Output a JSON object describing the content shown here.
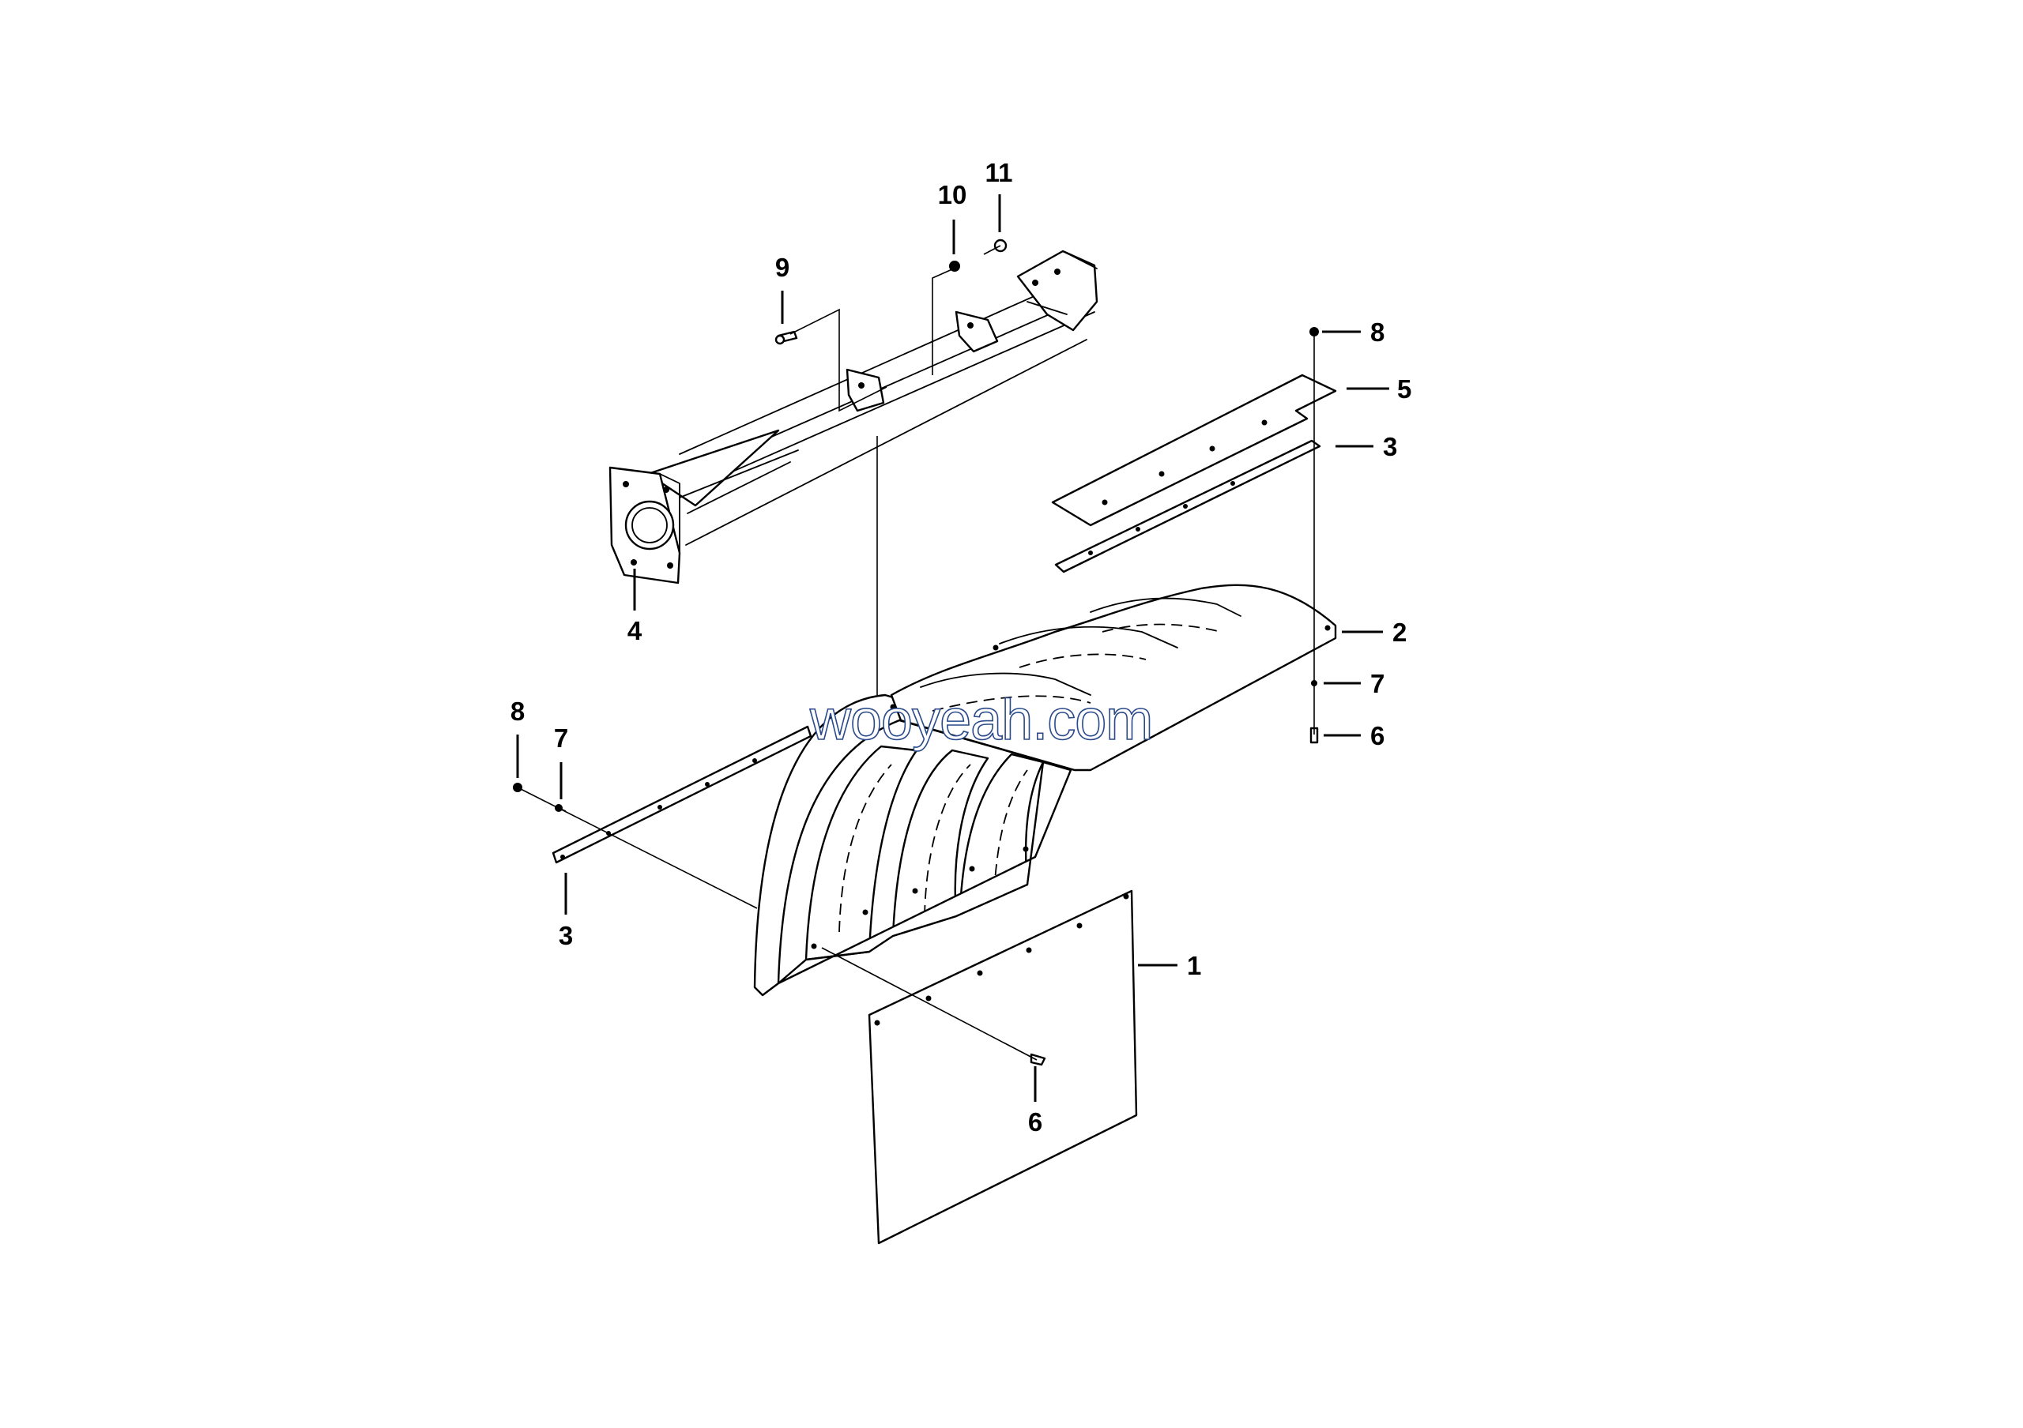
{
  "watermark": "wooyeah.com",
  "callouts": [
    {
      "id": "c4",
      "text": "4"
    },
    {
      "id": "c9",
      "text": "9"
    },
    {
      "id": "c10",
      "text": "10"
    },
    {
      "id": "c11",
      "text": "11"
    },
    {
      "id": "c8r",
      "text": "8"
    },
    {
      "id": "c5",
      "text": "5"
    },
    {
      "id": "c3r",
      "text": "3"
    },
    {
      "id": "c2",
      "text": "2"
    },
    {
      "id": "c7r",
      "text": "7"
    },
    {
      "id": "c6r",
      "text": "6"
    },
    {
      "id": "c8l",
      "text": "8"
    },
    {
      "id": "c7l",
      "text": "7"
    },
    {
      "id": "c3l",
      "text": "3"
    },
    {
      "id": "c1",
      "text": "1"
    },
    {
      "id": "c6b",
      "text": "6"
    }
  ]
}
